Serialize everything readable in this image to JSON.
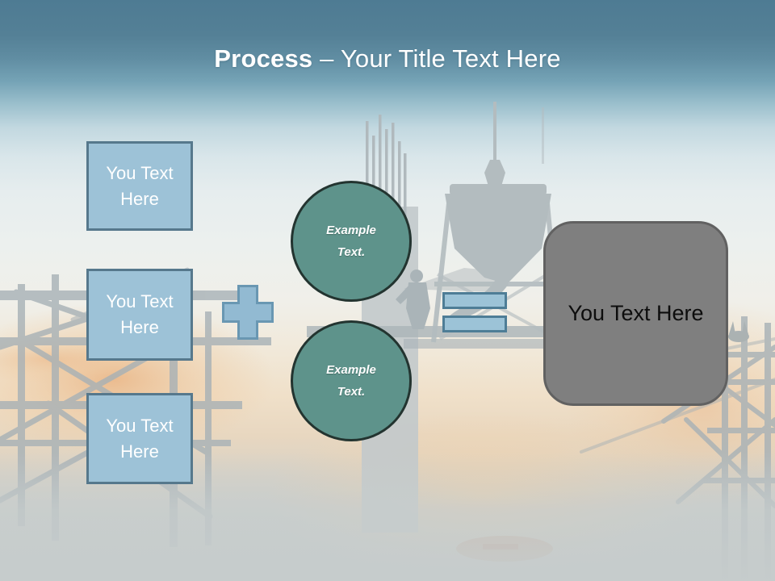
{
  "title": {
    "emphasis": "Process",
    "rest": "– Your Title Text Here"
  },
  "equation": {
    "inputs": [
      {
        "label": "You Text Here"
      },
      {
        "label": "You Text Here"
      },
      {
        "label": "You Text Here"
      }
    ],
    "operators": {
      "plus_icon": "plus",
      "equals_icon": "equals"
    },
    "middle_circles": [
      {
        "label": "Example Text."
      },
      {
        "label": "Example Text."
      }
    ],
    "result": {
      "label": "You Text Here"
    }
  },
  "colors": {
    "title_color": "#ffffff",
    "header_top": "#4e7b93",
    "box_fill": "#9dc2d7",
    "box_border": "#56788c",
    "plus_fill": "#92bad2",
    "plus_border": "#6997b2",
    "circle_fill": "#5e938b",
    "circle_border": "#233430",
    "equals_fill": "#9cc3d7",
    "equals_border": "#4e7d96",
    "result_fill": "#7f7f7f",
    "result_border": "#616161"
  }
}
